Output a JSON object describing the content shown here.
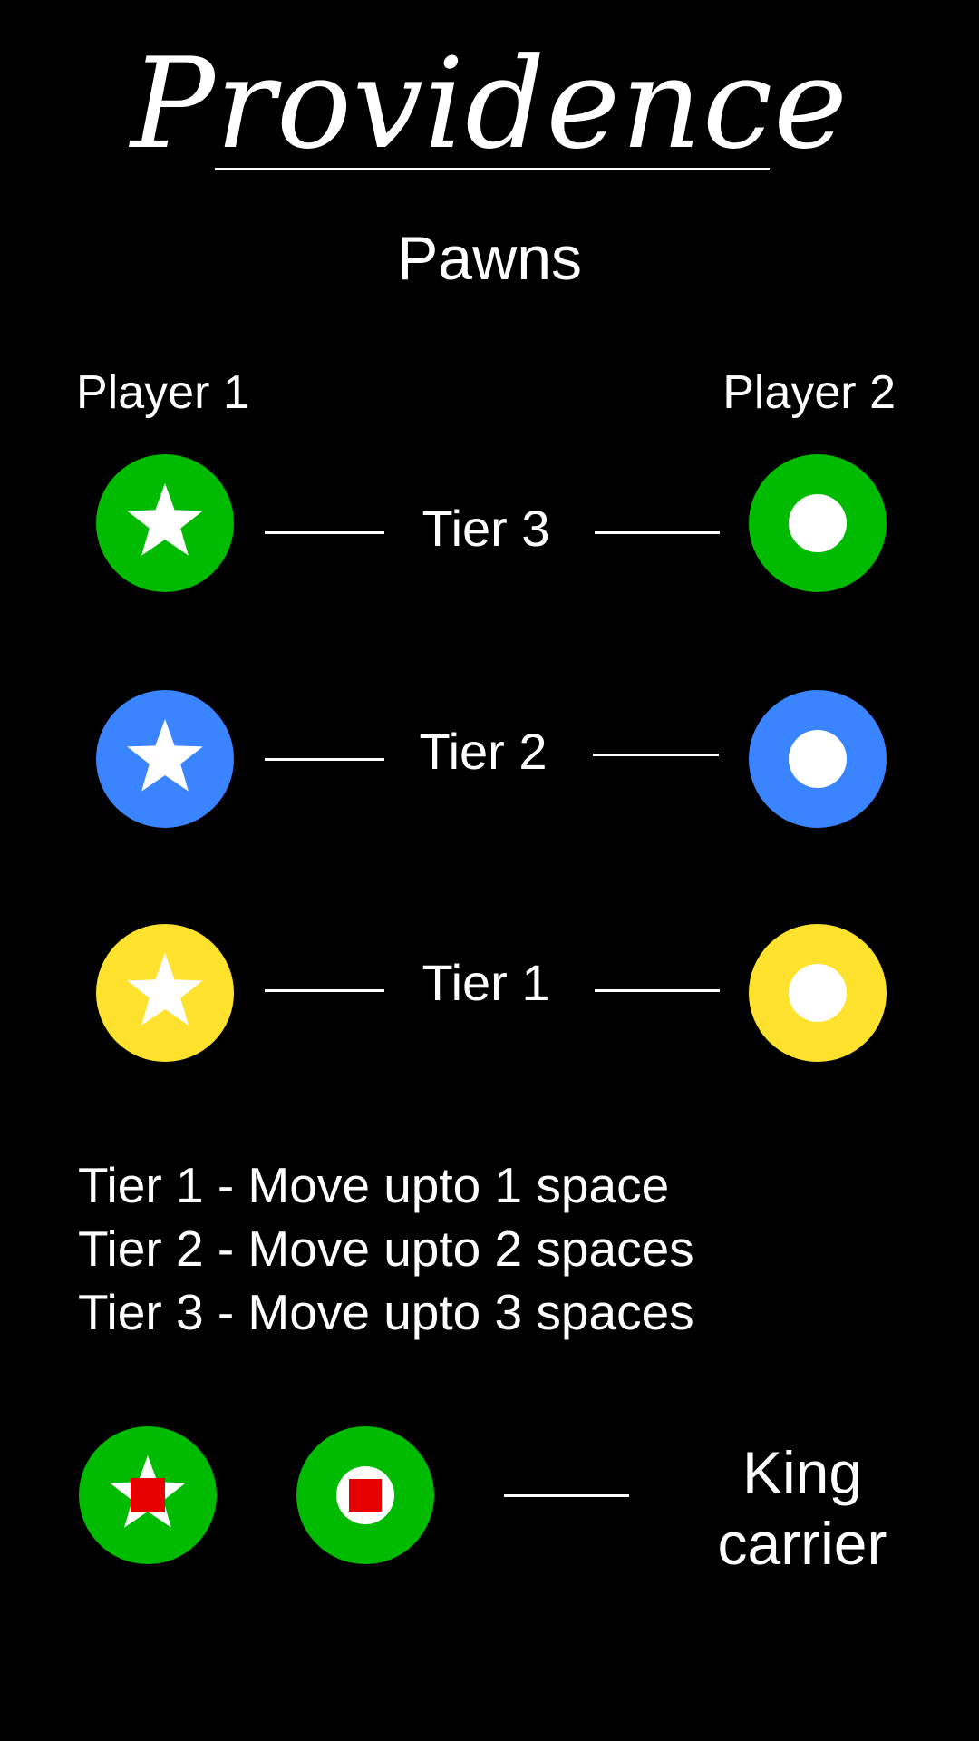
{
  "title": "Providence",
  "subtitle": "Pawns",
  "players": {
    "p1": "Player 1",
    "p2": "Player 2"
  },
  "tiers": [
    {
      "label": "Tier 3",
      "color": "#00bb00"
    },
    {
      "label": "Tier 2",
      "color": "#3a84ff"
    },
    {
      "label": "Tier 1",
      "color": "#ffe22e"
    }
  ],
  "rules": [
    "Tier 1 - Move upto 1 space",
    "Tier 2 - Move upto 2 spaces",
    "Tier 3 - Move upto 3 spaces"
  ],
  "king": {
    "line1": "King",
    "line2": "carrier",
    "color": "#00bb00",
    "mark_color": "#e60000"
  },
  "icons": {
    "p1_pawn": "star-icon",
    "p2_pawn": "ring-icon",
    "king_mark": "square-icon"
  }
}
